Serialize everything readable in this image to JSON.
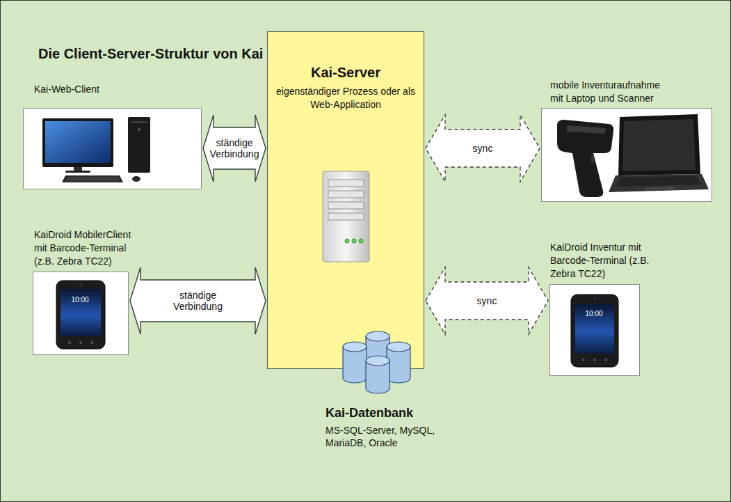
{
  "diagram": {
    "title": "Die Client-Server-Struktur von Kai",
    "nodes": [
      {
        "text": [
          "Kai-Web-Client"
        ]
      },
      {
        "text": [
          "Kai-Server",
          "eigenständiger Prozess oder als Web-Application"
        ]
      },
      {
        "text": [
          "mobile Inventuraufnahme mit Laptop und Scanner"
        ]
      },
      {
        "text": [
          "KaiDroid MobilerClient mit Barcode-Terminal (z.B. Zebra TC22)"
        ]
      },
      {
        "text": [
          "KaiDroid Inventur mit Barcode-Terminal (z.B. Zebra TC22)"
        ]
      },
      {
        "text": [
          "Kai-Datenbank",
          "MS-SQL-Server, MySQL, MariaDB, Oracle"
        ]
      }
    ],
    "edges": [
      {
        "from": 0,
        "to": 1,
        "label": "ständige Verbindung",
        "arrow": "both"
      },
      {
        "from": 3,
        "to": 1,
        "label": "ständige Verbindung",
        "arrow": "both"
      },
      {
        "from": 1,
        "to": 2,
        "label": "sync",
        "arrow": "both"
      },
      {
        "from": 1,
        "to": 4,
        "label": "sync",
        "arrow": "both"
      }
    ],
    "labels": [
      "10:00",
      "10:00"
    ]
  }
}
